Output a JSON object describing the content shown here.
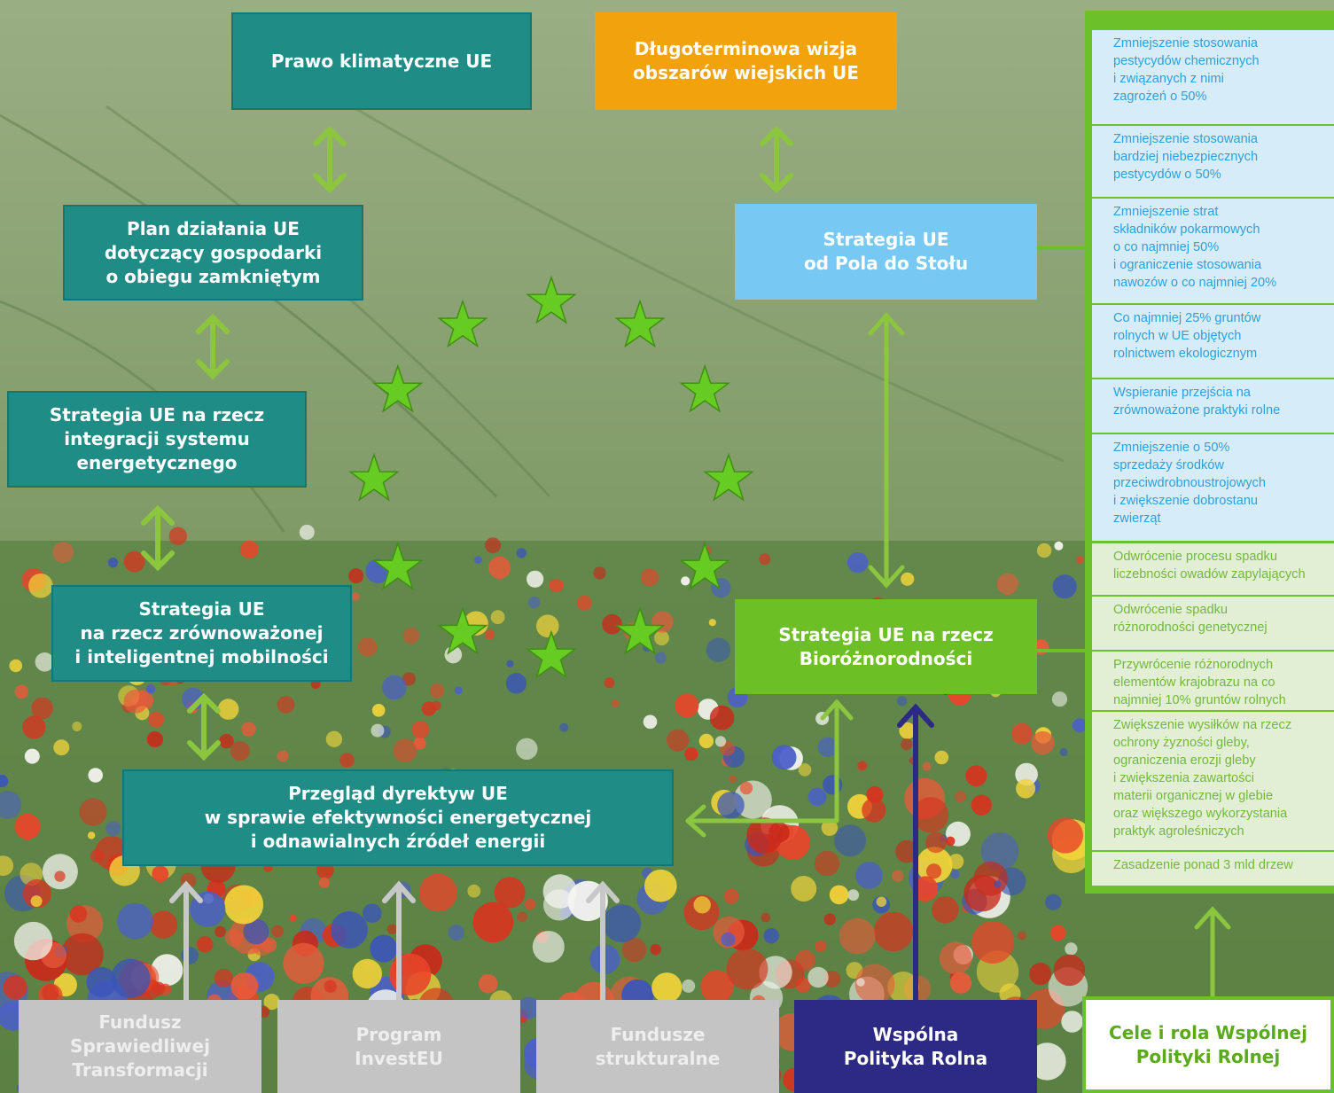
{
  "colors": {
    "teal": "#1f8c86",
    "orange": "#f2a20c",
    "light_blue": "#77c9f3",
    "green": "#6cbf25",
    "gray": "#c4c4c4",
    "navy": "#2c2a84",
    "arrow_green": "#8cc63f",
    "arrow_gray": "#c8c8c8",
    "star_green": "#66cc22",
    "panel_blue_text": "#2f9fdc",
    "panel_green_text": "#72b83a"
  },
  "boxes": {
    "prawo": "Prawo klimatyczne UE",
    "wizja": "Długoterminowa wizja\nobszarów wiejskich UE",
    "plan": "Plan działania UE\ndotyczący gospodarki\no obiegu zamkniętym",
    "integracja": "Strategia UE na rzecz\nintegracji systemu\nenergetycznego",
    "mobilnosc": "Strategia UE\nna rzecz zrównoważonej\ni inteligentnej mobilności",
    "przeglad": "Przegląd dyrektyw UE\nw sprawie efektywności energetycznej\ni odnawialnych źródeł energii",
    "pola": "Strategia UE\nod Pola do Stołu",
    "bioroznorodnosc": "Strategia UE na rzecz\nBioróżnorodności",
    "fundusz": "Fundusz\nSprawiedliwej\nTransformacji",
    "investeu": "Program\nInvestEU",
    "strukturalne": "Fundusze\nstrukturalne",
    "wpr": "Wspólna\nPolityka Rolna",
    "cele": "Cele i rola Wspólnej\nPolityki Rolnej"
  },
  "panel": {
    "blue_items": [
      "Zmniejszenie stosowania\npestycydów chemicznych\ni związanych z nimi\nzagrożeń o 50%",
      "Zmniejszenie stosowania\nbardziej niebezpiecznych\npestycydów o 50%",
      "Zmniejszenie strat\nskładników pokarmowych\no co najmniej 50%\ni ograniczenie stosowania\nnawozów o co najmniej 20%",
      "Co najmniej 25% gruntów\nrolnych w UE objętych\nrolnictwem ekologicznym",
      "Wspieranie przejścia na\nzrównoważone praktyki rolne",
      "Zmniejszenie o 50%\nsprzedaży środków\nprzeciwdrobnoustrojowych\ni zwiększenie dobrostanu\nzwierząt"
    ],
    "green_items": [
      "Odwrócenie procesu spadku\nliczebności owadów zapylających",
      "Odwrócenie spadku\nróżnorodności genetycznej",
      "Przywrócenie różnorodnych\nelementów krajobrazu na co\nnajmniej 10% gruntów rolnych",
      "Zwiększenie wysiłków na rzecz\nochrony żyzności gleby,\nograniczenia erozji gleby\ni zwiększenia zawartości\nmaterii organicznej w glebie\noraz większego wykorzystania\npraktyk agroleśniczych",
      "Zasadzenie ponad 3 mld drzew"
    ]
  }
}
